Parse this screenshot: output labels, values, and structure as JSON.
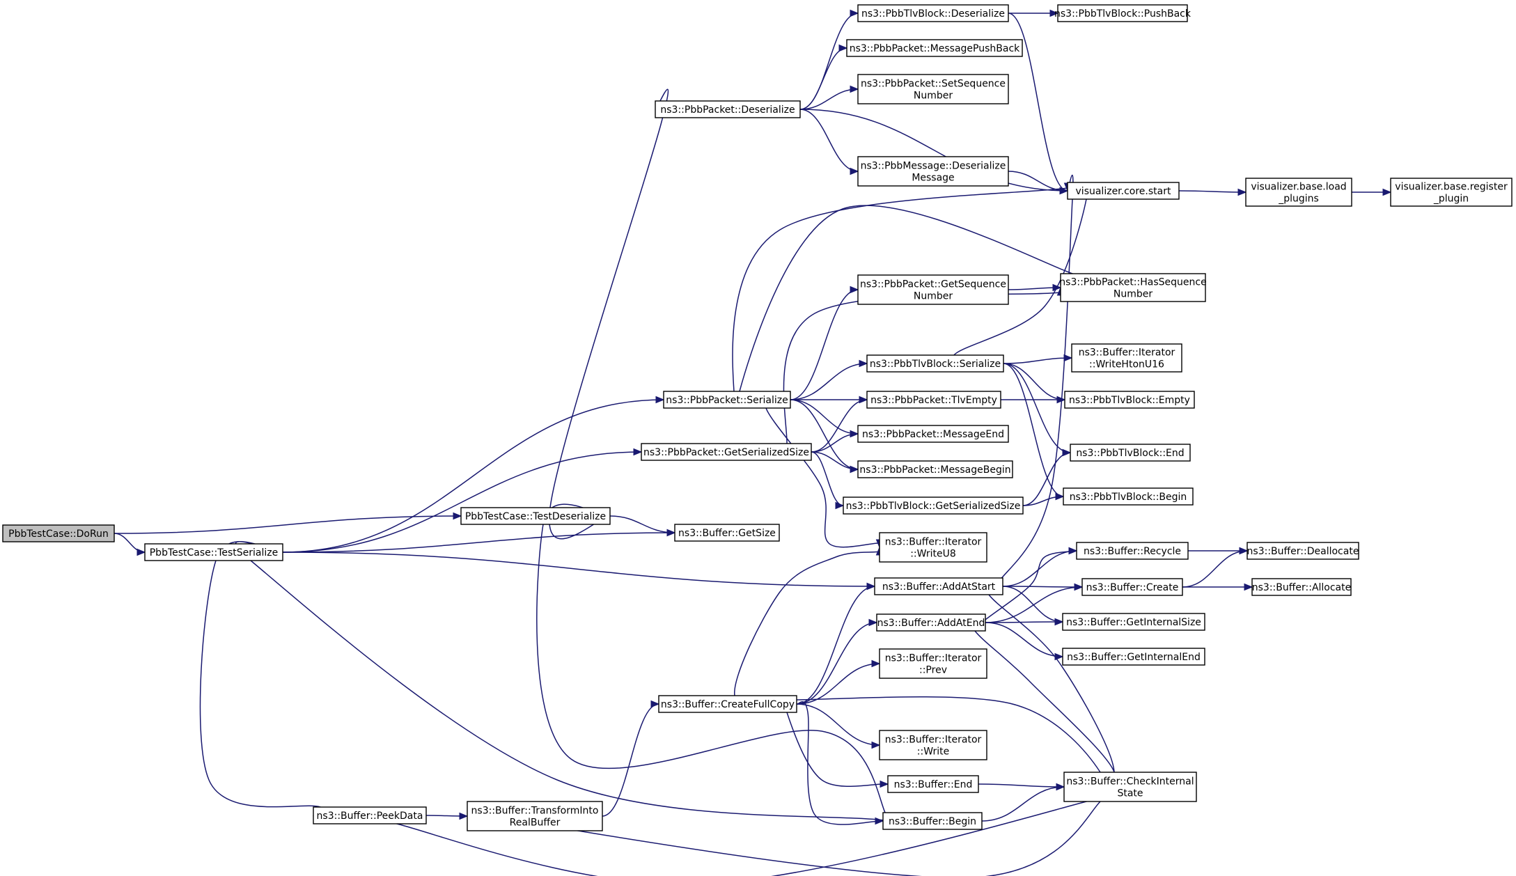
{
  "diagram": {
    "type": "call-graph",
    "colors": {
      "edge": "#191970",
      "box_border": "#000000",
      "root_fill": "#bfbfbf",
      "box_fill": "#ffffff"
    },
    "nodes": [
      {
        "id": "dorun",
        "lines": [
          "PbbTestCase::DoRun"
        ],
        "root": true
      },
      {
        "id": "testserialize",
        "lines": [
          "PbbTestCase::TestSerialize"
        ]
      },
      {
        "id": "testdeserialize",
        "lines": [
          "PbbTestCase::TestDeserialize"
        ]
      },
      {
        "id": "pkt_deserialize",
        "lines": [
          "ns3::PbbPacket::Deserialize"
        ]
      },
      {
        "id": "tlv_deserialize",
        "lines": [
          "ns3::PbbTlvBlock::Deserialize"
        ]
      },
      {
        "id": "tlv_pushback",
        "lines": [
          "ns3::PbbTlvBlock::PushBack"
        ]
      },
      {
        "id": "msg_pushback",
        "lines": [
          "ns3::PbbPacket::MessagePushBack"
        ]
      },
      {
        "id": "setseq",
        "lines": [
          "ns3::PbbPacket::SetSequence",
          "Number"
        ]
      },
      {
        "id": "msg_deserialize",
        "lines": [
          "ns3::PbbMessage::Deserialize",
          "Message"
        ]
      },
      {
        "id": "core_start",
        "lines": [
          "visualizer.core.start"
        ]
      },
      {
        "id": "load_plugins",
        "lines": [
          "visualizer.base.load",
          "_plugins"
        ]
      },
      {
        "id": "register_plugin",
        "lines": [
          "visualizer.base.register",
          "_plugin"
        ]
      },
      {
        "id": "getseq",
        "lines": [
          "ns3::PbbPacket::GetSequence",
          "Number"
        ]
      },
      {
        "id": "hasseq",
        "lines": [
          "ns3::PbbPacket::HasSequence",
          "Number"
        ]
      },
      {
        "id": "tlv_serialize",
        "lines": [
          "ns3::PbbTlvBlock::Serialize"
        ]
      },
      {
        "id": "writehtonu16",
        "lines": [
          "ns3::Buffer::Iterator",
          "::WriteHtonU16"
        ]
      },
      {
        "id": "pkt_serialize",
        "lines": [
          "ns3::PbbPacket::Serialize"
        ]
      },
      {
        "id": "tlvempty",
        "lines": [
          "ns3::PbbPacket::TlvEmpty"
        ]
      },
      {
        "id": "tlv_empty",
        "lines": [
          "ns3::PbbTlvBlock::Empty"
        ]
      },
      {
        "id": "pkt_getsize",
        "lines": [
          "ns3::PbbPacket::GetSerializedSize"
        ]
      },
      {
        "id": "msgend",
        "lines": [
          "ns3::PbbPacket::MessageEnd"
        ]
      },
      {
        "id": "msgbegin",
        "lines": [
          "ns3::PbbPacket::MessageBegin"
        ]
      },
      {
        "id": "tlv_end",
        "lines": [
          "ns3::PbbTlvBlock::End"
        ]
      },
      {
        "id": "tlv_getsize",
        "lines": [
          "ns3::PbbTlvBlock::GetSerializedSize"
        ]
      },
      {
        "id": "tlv_begin",
        "lines": [
          "ns3::PbbTlvBlock::Begin"
        ]
      },
      {
        "id": "buf_getsize",
        "lines": [
          "ns3::Buffer::GetSize"
        ]
      },
      {
        "id": "writeu8",
        "lines": [
          "ns3::Buffer::Iterator",
          "::WriteU8"
        ]
      },
      {
        "id": "recycle",
        "lines": [
          "ns3::Buffer::Recycle"
        ]
      },
      {
        "id": "deallocate",
        "lines": [
          "ns3::Buffer::Deallocate"
        ]
      },
      {
        "id": "addatstart",
        "lines": [
          "ns3::Buffer::AddAtStart"
        ]
      },
      {
        "id": "create",
        "lines": [
          "ns3::Buffer::Create"
        ]
      },
      {
        "id": "allocate",
        "lines": [
          "ns3::Buffer::Allocate"
        ]
      },
      {
        "id": "addatend",
        "lines": [
          "ns3::Buffer::AddAtEnd"
        ]
      },
      {
        "id": "getinternalsize",
        "lines": [
          "ns3::Buffer::GetInternalSize"
        ]
      },
      {
        "id": "getinternalend",
        "lines": [
          "ns3::Buffer::GetInternalEnd"
        ]
      },
      {
        "id": "prev",
        "lines": [
          "ns3::Buffer::Iterator",
          "::Prev"
        ]
      },
      {
        "id": "createfullcopy",
        "lines": [
          "ns3::Buffer::CreateFullCopy"
        ]
      },
      {
        "id": "iter_write",
        "lines": [
          "ns3::Buffer::Iterator",
          "::Write"
        ]
      },
      {
        "id": "buf_end",
        "lines": [
          "ns3::Buffer::End"
        ]
      },
      {
        "id": "checkinternal",
        "lines": [
          "ns3::Buffer::CheckInternal",
          "State"
        ]
      },
      {
        "id": "peekdata",
        "lines": [
          "ns3::Buffer::PeekData"
        ]
      },
      {
        "id": "transform",
        "lines": [
          "ns3::Buffer::TransformInto",
          "RealBuffer"
        ]
      },
      {
        "id": "buf_begin",
        "lines": [
          "ns3::Buffer::Begin"
        ]
      }
    ],
    "edges": [
      [
        "dorun",
        "testdeserialize"
      ],
      [
        "dorun",
        "testserialize"
      ],
      [
        "testdeserialize",
        "pkt_deserialize"
      ],
      [
        "testdeserialize",
        "buf_getsize"
      ],
      [
        "testdeserialize",
        "buf_begin"
      ],
      [
        "testserialize",
        "pkt_serialize"
      ],
      [
        "testserialize",
        "pkt_getsize"
      ],
      [
        "testserialize",
        "buf_getsize"
      ],
      [
        "testserialize",
        "addatstart"
      ],
      [
        "testserialize",
        "buf_begin"
      ],
      [
        "testserialize",
        "peekdata"
      ],
      [
        "pkt_deserialize",
        "tlv_deserialize"
      ],
      [
        "pkt_deserialize",
        "msg_pushback"
      ],
      [
        "pkt_deserialize",
        "setseq"
      ],
      [
        "pkt_deserialize",
        "core_start"
      ],
      [
        "pkt_deserialize",
        "msg_deserialize"
      ],
      [
        "tlv_deserialize",
        "tlv_pushback"
      ],
      [
        "tlv_deserialize",
        "core_start"
      ],
      [
        "msg_deserialize",
        "core_start"
      ],
      [
        "core_start",
        "load_plugins"
      ],
      [
        "load_plugins",
        "register_plugin"
      ],
      [
        "getseq",
        "hasseq"
      ],
      [
        "pkt_serialize",
        "core_start"
      ],
      [
        "pkt_serialize",
        "hasseq"
      ],
      [
        "pkt_serialize",
        "getseq"
      ],
      [
        "pkt_serialize",
        "tlv_serialize"
      ],
      [
        "pkt_serialize",
        "tlvempty"
      ],
      [
        "pkt_serialize",
        "msgend"
      ],
      [
        "pkt_serialize",
        "msgbegin"
      ],
      [
        "pkt_serialize",
        "writeu8"
      ],
      [
        "tlv_serialize",
        "core_start"
      ],
      [
        "tlv_serialize",
        "writehtonu16"
      ],
      [
        "tlv_serialize",
        "tlv_empty"
      ],
      [
        "tlv_serialize",
        "tlv_end"
      ],
      [
        "tlv_serialize",
        "tlv_begin"
      ],
      [
        "tlvempty",
        "tlv_empty"
      ],
      [
        "pkt_getsize",
        "hasseq"
      ],
      [
        "pkt_getsize",
        "tlvempty"
      ],
      [
        "pkt_getsize",
        "msgend"
      ],
      [
        "pkt_getsize",
        "msgbegin"
      ],
      [
        "pkt_getsize",
        "tlv_getsize"
      ],
      [
        "tlv_getsize",
        "tlv_end"
      ],
      [
        "tlv_getsize",
        "tlv_begin"
      ],
      [
        "addatstart",
        "core_start"
      ],
      [
        "addatstart",
        "recycle"
      ],
      [
        "addatstart",
        "create"
      ],
      [
        "addatstart",
        "getinternalsize"
      ],
      [
        "addatstart",
        "checkinternal"
      ],
      [
        "recycle",
        "deallocate"
      ],
      [
        "create",
        "deallocate"
      ],
      [
        "create",
        "allocate"
      ],
      [
        "addatend",
        "recycle"
      ],
      [
        "addatend",
        "create"
      ],
      [
        "addatend",
        "getinternalsize"
      ],
      [
        "addatend",
        "getinternalend"
      ],
      [
        "addatend",
        "checkinternal"
      ],
      [
        "createfullcopy",
        "writeu8"
      ],
      [
        "createfullcopy",
        "addatstart"
      ],
      [
        "createfullcopy",
        "addatend"
      ],
      [
        "createfullcopy",
        "prev"
      ],
      [
        "createfullcopy",
        "checkinternal"
      ],
      [
        "createfullcopy",
        "iter_write"
      ],
      [
        "createfullcopy",
        "buf_end"
      ],
      [
        "createfullcopy",
        "buf_begin"
      ],
      [
        "buf_end",
        "checkinternal"
      ],
      [
        "buf_begin",
        "checkinternal"
      ],
      [
        "peekdata",
        "transform"
      ],
      [
        "peekdata",
        "checkinternal"
      ],
      [
        "transform",
        "createfullcopy"
      ],
      [
        "transform",
        "checkinternal"
      ]
    ]
  }
}
